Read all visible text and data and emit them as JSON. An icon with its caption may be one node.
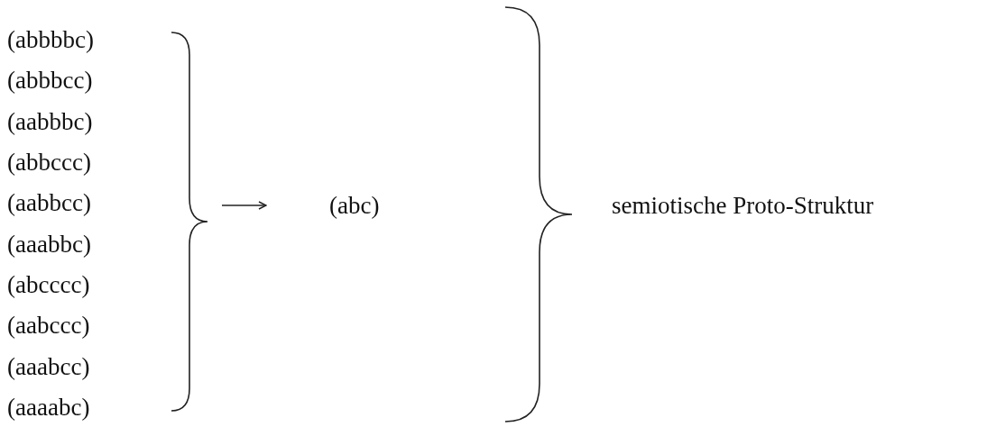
{
  "diagram": {
    "nodes": [
      {
        "text": [],
        "shape": "brace"
      },
      {
        "text": [
          "(abc)"
        ]
      }
    ],
    "edges": [
      {
        "from": 0,
        "to": 1,
        "arrow": "to"
      }
    ],
    "labels": [
      "(abbbbc)",
      "(abbbcc)",
      "(aabbbc)",
      "(abbccc)",
      "(aabbcc)",
      "(aaabbc)",
      "(abcccc)",
      "(aabccc)",
      "(aaabcc)",
      "(aaaabc)",
      "semiotische Proto-Struktur"
    ]
  }
}
